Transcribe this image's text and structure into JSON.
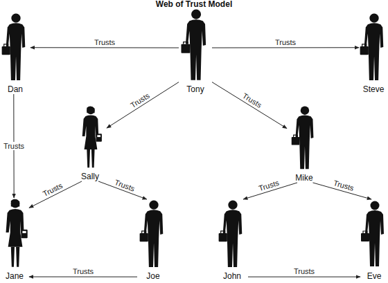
{
  "diagram": {
    "title": "Web of Trust Model",
    "nodes": [
      {
        "text": [
          "Dan"
        ]
      },
      {
        "text": [
          "Tony"
        ]
      },
      {
        "text": [
          "Steve"
        ]
      },
      {
        "text": [
          "Sally"
        ]
      },
      {
        "text": [
          "Mike"
        ]
      },
      {
        "text": [
          "Jane"
        ]
      },
      {
        "text": [
          "Joe"
        ]
      },
      {
        "text": [
          "John"
        ]
      },
      {
        "text": [
          "Eve"
        ]
      }
    ],
    "edges": [
      {
        "from": 1,
        "to": 0,
        "label": "Trusts",
        "arrow": "to"
      },
      {
        "from": 1,
        "to": 2,
        "label": "Trusts",
        "arrow": "to"
      },
      {
        "from": 1,
        "to": 3,
        "label": "Trusts",
        "arrow": "to"
      },
      {
        "from": 1,
        "to": 4,
        "label": "Trusts",
        "arrow": "to"
      },
      {
        "from": 0,
        "to": 5,
        "label": "Trusts",
        "arrow": "to"
      },
      {
        "from": 3,
        "to": 5,
        "label": "Trusts",
        "arrow": "to"
      },
      {
        "from": 3,
        "to": 6,
        "label": "Trusts",
        "arrow": "to"
      },
      {
        "from": 4,
        "to": 7,
        "label": "Trusts",
        "arrow": "to"
      },
      {
        "from": 4,
        "to": 8,
        "label": "Trusts",
        "arrow": "to"
      },
      {
        "from": 6,
        "to": 5,
        "label": "Trusts",
        "arrow": "to"
      },
      {
        "from": 7,
        "to": 8,
        "label": "Trusts",
        "arrow": "to"
      }
    ]
  }
}
